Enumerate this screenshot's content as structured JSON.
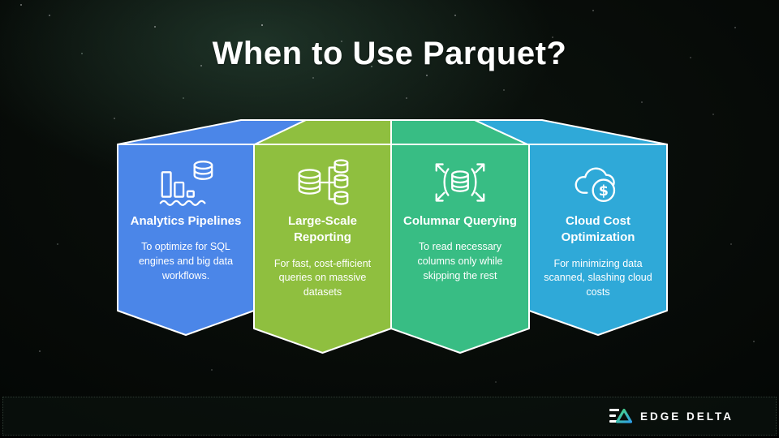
{
  "slide": {
    "title": "When to Use Parquet?"
  },
  "banners": [
    {
      "title": "Analytics Pipelines",
      "description": "To optimize for SQL engines and big data workflows.",
      "icon": "bar-chart-database-icon",
      "color": "#4b86e8"
    },
    {
      "title": "Large-Scale Reporting",
      "description": "For fast, cost-efficient queries on massive datasets",
      "icon": "database-tree-icon",
      "color": "#8fbf3f"
    },
    {
      "title": "Columnar Querying",
      "description": "To read necessary columns only while skipping the rest",
      "icon": "database-expand-icon",
      "color": "#38bd84"
    },
    {
      "title": "Cloud Cost Optimization",
      "description": "For minimizing data scanned, slashing cloud costs",
      "icon": "cloud-dollar-icon",
      "color": "#2fa9d8"
    }
  ],
  "footer": {
    "brand": "EDGE DELTA"
  },
  "colors": {
    "background": "#050806",
    "text": "#ffffff",
    "outline": "#ffffff",
    "logo_gradient_start": "#4cd97b",
    "logo_gradient_end": "#2e9fe6"
  }
}
